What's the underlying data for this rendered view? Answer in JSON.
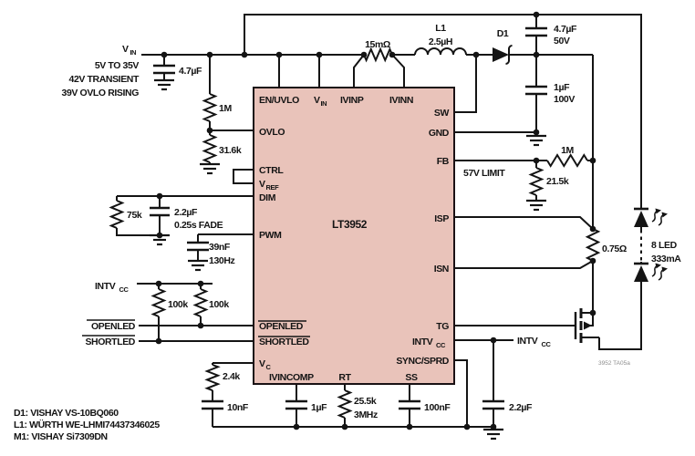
{
  "chip": {
    "name": "LT3952",
    "pins": {
      "en_uvlo": "EN/UVLO",
      "vin_main": "V",
      "vin_sub": "IN",
      "ivinp": "IVINP",
      "ivinn": "IVINN",
      "ovlo": "OVLO",
      "ctrl": "CTRL",
      "vref_main": "V",
      "vref_sub": "REF",
      "dim": "DIM",
      "pwm": "PWM",
      "openled": "OPENLED",
      "shortled": "SHORTLED",
      "vc_main": "V",
      "vc_sub": "C",
      "ivincomp": "IVINCOMP",
      "rt": "RT",
      "ss": "SS",
      "sw": "SW",
      "gnd": "GND",
      "fb": "FB",
      "isp": "ISP",
      "isn": "ISN",
      "tg": "TG",
      "intvcc_main": "INTV",
      "intvcc_sub": "CC",
      "sync_sprd": "SYNC/SPRD"
    }
  },
  "input": {
    "net_main": "V",
    "net_sub": "IN",
    "range": "5V TO 35V",
    "transient": "42V TRANSIENT",
    "ovlo_rising": "39V OVLO RISING",
    "cap": "4.7µF",
    "r_top": "1M",
    "r_bottom": "31.6k"
  },
  "power_stage": {
    "sense_r": "15mΩ",
    "inductor_ref": "L1",
    "inductor_val": "2.5µH",
    "diode_ref": "D1",
    "cout1_val": "4.7µF",
    "cout1_volt": "50V",
    "cout2_val": "1µF",
    "cout2_volt": "100V"
  },
  "feedback": {
    "limit_note": "57V LIMIT",
    "r_top": "1M",
    "r_bottom": "21.5k"
  },
  "led": {
    "sense_r": "0.75Ω",
    "count": "8 LED",
    "current": "333mA"
  },
  "dim_net": {
    "r": "75k",
    "c": "2.2µF",
    "fade": "0.25s FADE"
  },
  "pwm_net": {
    "c": "39nF",
    "freq": "130Hz"
  },
  "status_net": {
    "intvcc_main": "INTV",
    "intvcc_sub": "CC",
    "r1": "100k",
    "r2": "100k",
    "openled": "OPENLED",
    "shortled": "SHORTLED"
  },
  "vc_net": {
    "r": "2.4k",
    "c": "10nF"
  },
  "ivincomp_net": {
    "c": "1µF"
  },
  "rt_net": {
    "r": "25.5k",
    "freq": "3MHz"
  },
  "ss_net": {
    "c": "100nF"
  },
  "intvcc_net": {
    "c": "2.2µF",
    "label_main": "INTV",
    "label_sub": "CC"
  },
  "notes": [
    "D1: VISHAY VS-10BQ060",
    "L1: WÜRTH WE-LHMI74437346025",
    "M1: VISHAY Si7309DN"
  ],
  "watermark": "3952 TA05a"
}
